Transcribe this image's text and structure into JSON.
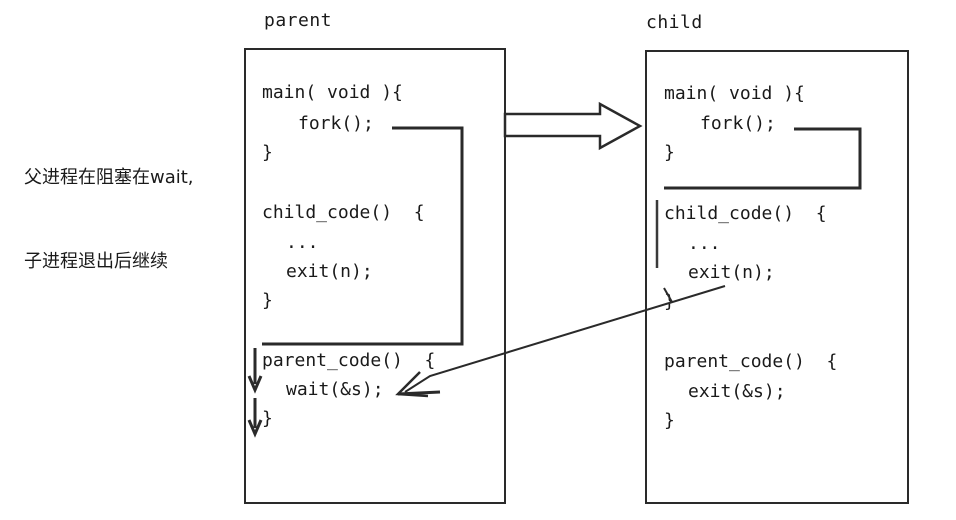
{
  "parent": {
    "title": "parent",
    "lines": [
      "main( void ){",
      "fork();",
      "}",
      "child_code()  {",
      "...",
      "exit(n);",
      "}",
      "parent_code()  {",
      "wait(&s);",
      "}"
    ]
  },
  "child": {
    "title": "child",
    "lines": [
      "main( void ){",
      "fork();",
      "}",
      "child_code()  {",
      "...",
      "exit(n);",
      "}",
      "parent_code()  {",
      "exit(&s);",
      "}"
    ]
  },
  "note": {
    "line1": "父进程在阻塞在wait,",
    "line2": "子进程退出后继续"
  }
}
